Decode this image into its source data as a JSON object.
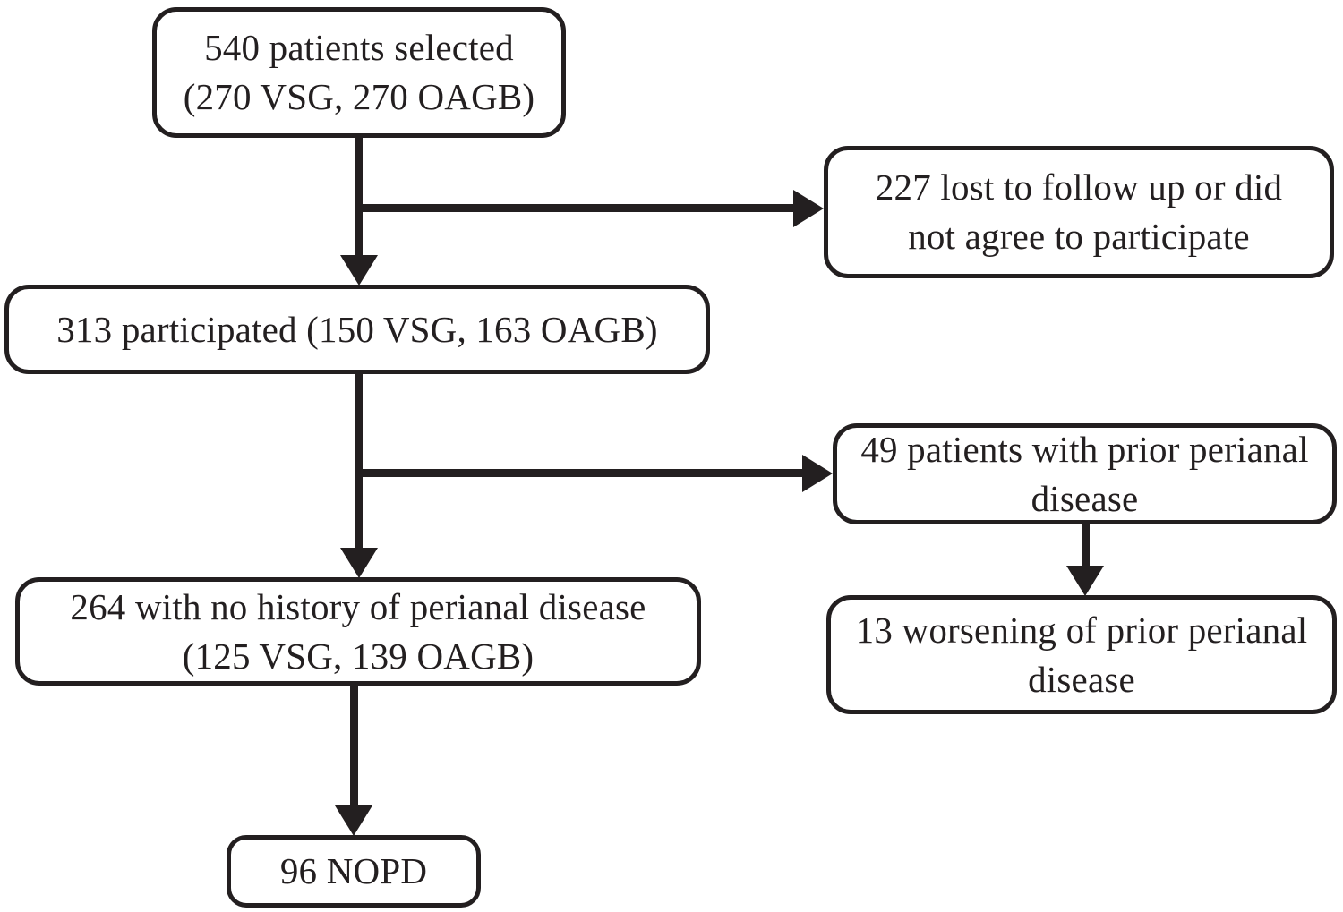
{
  "figure": {
    "type": "flowchart",
    "background_color": "#ffffff",
    "ink_color": "#231f20",
    "boxes": {
      "selected": {
        "lines": [
          "540 patients selected",
          "(270 VSG, 270 OAGB)"
        ]
      },
      "lost": {
        "lines": [
          "227 lost to follow up or did",
          "not agree to participate"
        ]
      },
      "participated": {
        "lines": [
          "313 participated (150 VSG, 163 OAGB)"
        ]
      },
      "prior": {
        "lines": [
          "49 patients with prior perianal",
          "disease"
        ]
      },
      "nohistory": {
        "lines": [
          "264 with no history of perianal disease",
          "(125 VSG, 139 OAGB)"
        ]
      },
      "worsening": {
        "lines": [
          "13 worsening of prior perianal",
          "disease"
        ]
      },
      "nopd": {
        "lines": [
          "96 NOPD"
        ]
      }
    },
    "edges": [
      {
        "from": "selected",
        "to": "participated",
        "style": "arrow"
      },
      {
        "from": "selected",
        "to": "lost",
        "style": "arrow"
      },
      {
        "from": "participated",
        "to": "nohistory",
        "style": "arrow"
      },
      {
        "from": "participated",
        "to": "prior",
        "style": "arrow"
      },
      {
        "from": "prior",
        "to": "worsening",
        "style": "arrow"
      },
      {
        "from": "nohistory",
        "to": "nopd",
        "style": "arrow"
      }
    ]
  }
}
